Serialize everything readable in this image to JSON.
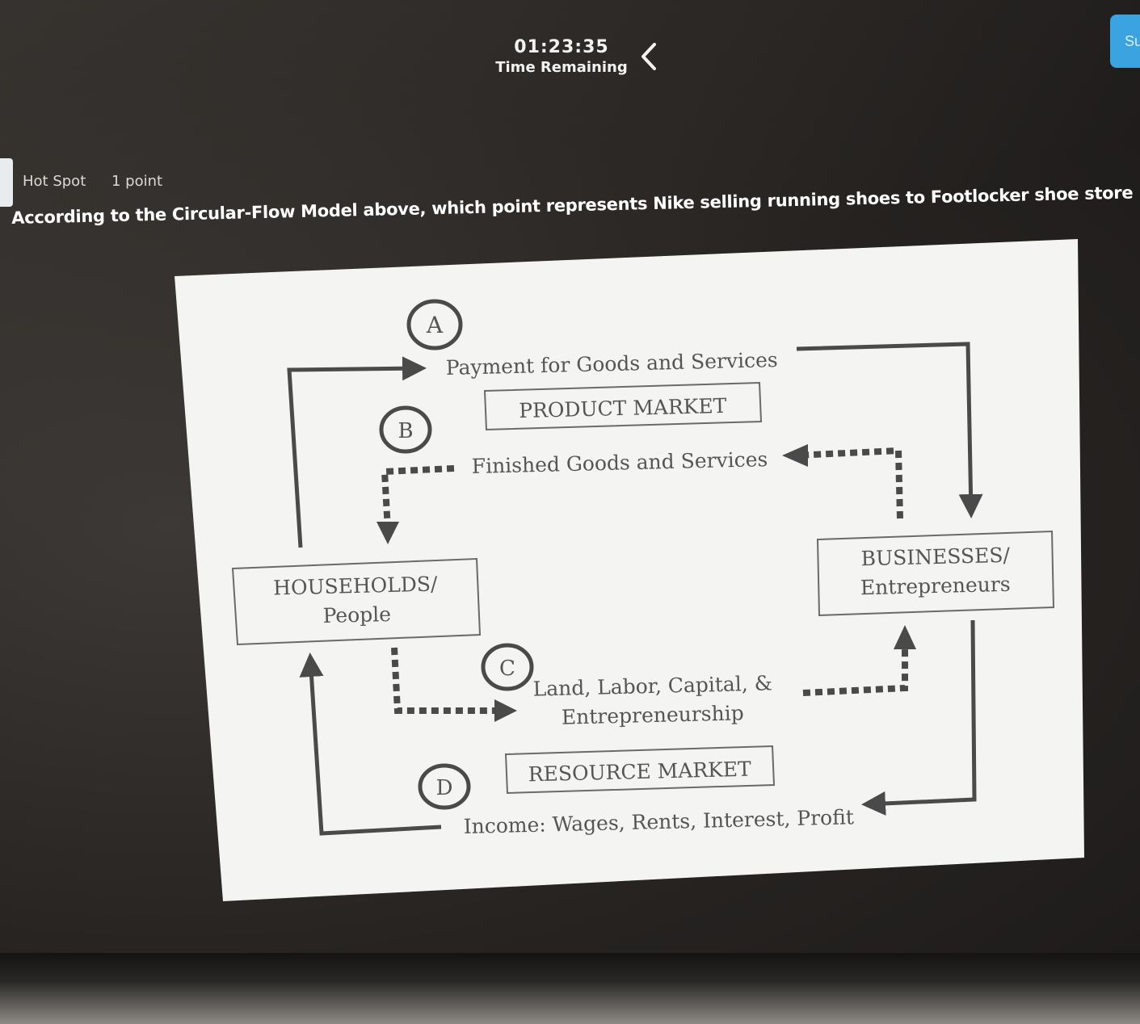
{
  "header": {
    "timer_value": "01:23:35",
    "timer_label": "Time Remaining",
    "submit_label": "Submit"
  },
  "question": {
    "type_label": "Hot Spot",
    "points_label": "1 point",
    "text": "According to the Circular-Flow Model above, which point represents Nike selling running shoes to Footlocker shoe store"
  },
  "diagram": {
    "points": {
      "a": "A",
      "b": "B",
      "c": "C",
      "d": "D"
    },
    "payment_label": "Payment for Goods and Services",
    "product_market": "PRODUCT MARKET",
    "finished_goods": "Finished Goods and Services",
    "households_line1": "HOUSEHOLDS/",
    "households_line2": "People",
    "businesses_line1": "BUSINESSES/",
    "businesses_line2": "Entrepreneurs",
    "resources_line1": "Land, Labor, Capital, &",
    "resources_line2": "Entrepreneurship",
    "resource_market": "RESOURCE MARKET",
    "income_label": "Income: Wages, Rents, Interest, Profit"
  },
  "colors": {
    "accent": "#3aa3e0",
    "diagram_bg": "#f4f4f2",
    "diagram_ink": "#4a4a4a"
  },
  "icons": {
    "back": "chevron-left-icon"
  }
}
